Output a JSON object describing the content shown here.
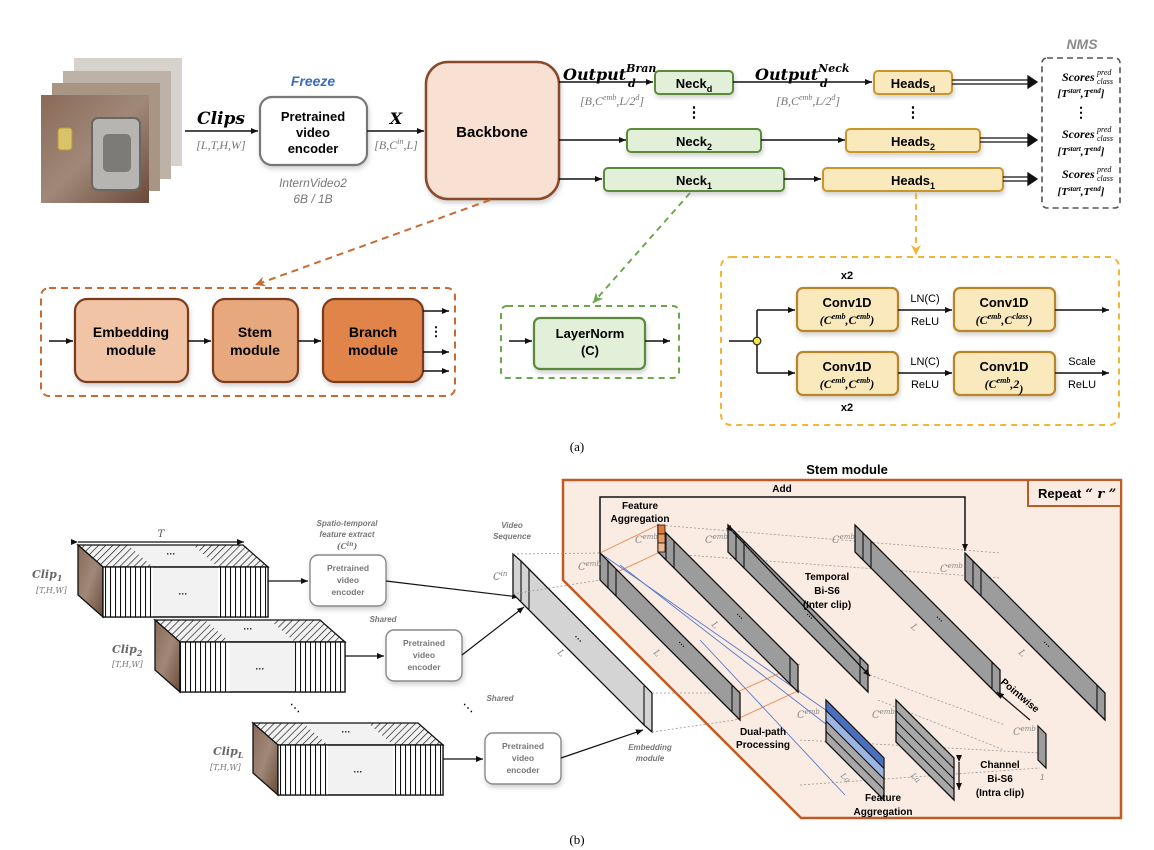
{
  "panel_a": {
    "caption": "(a)",
    "clips_label": "Clips",
    "clips_shape": "[L,T,H,W]",
    "freeze_label": "Freeze",
    "encoder": {
      "line1": "Pretrained",
      "line2": "video",
      "line3": "encoder"
    },
    "encoder_model_line1": "InternVideo2",
    "encoder_model_line2": "6B / 1B",
    "x_label": "X",
    "x_shape": "[B,C",
    "x_shape_sup": "in",
    "x_shape_end": ",L]",
    "backbone_label": "Backbone",
    "output_bran": {
      "base": "Output",
      "sub": "d",
      "sup": "Bran"
    },
    "output_bran_shape": {
      "a": "[B,C",
      "sup": "emb",
      "b": ",L/2",
      "sup2": "d",
      "c": "]"
    },
    "output_neck": {
      "base": "Output",
      "sub": "d",
      "sup": "Neck"
    },
    "output_neck_shape": {
      "a": "[B,C",
      "sup": "emb",
      "b": ",L/2",
      "sup2": "d",
      "c": "]"
    },
    "necks": [
      {
        "base": "Neck",
        "sub": "d"
      },
      {
        "base": "Neck",
        "sub": "2"
      },
      {
        "base": "Neck",
        "sub": "1"
      }
    ],
    "heads": [
      {
        "base": "Heads",
        "sub": "d"
      },
      {
        "base": "Heads",
        "sub": "2"
      },
      {
        "base": "Heads",
        "sub": "1"
      }
    ],
    "vdots": "⋮",
    "nms_label": "NMS",
    "scores": [
      {
        "base": "Scores",
        "sup": "pred",
        "sub": "class",
        "range": "[T",
        "start": "start",
        "mid": ",T",
        "end": "end",
        "close": "]"
      },
      {
        "base": "Scores",
        "sup": "pred",
        "sub": "class",
        "range": "[T",
        "start": "start",
        "mid": ",T",
        "end": "end",
        "close": "]"
      },
      {
        "base": "Scores",
        "sup": "pred",
        "sub": "class",
        "range": "[T",
        "start": "start",
        "mid": ",T",
        "end": "end",
        "close": "]"
      }
    ],
    "backbone_detail": {
      "embedding": {
        "line1": "Embedding",
        "line2": "module"
      },
      "stem": {
        "line1": "Stem",
        "line2": "module"
      },
      "branch": {
        "line1": "Branch",
        "line2": "module"
      }
    },
    "neck_detail": {
      "line1": "LayerNorm",
      "line2": "(C)"
    },
    "head_detail": {
      "x2_top": "x2",
      "x2_bottom": "x2",
      "conv_label": "Conv1D",
      "conv_top_left": {
        "a": "(C",
        "s1": "emb",
        "b": ",C",
        "s2": "emb",
        "c": ")"
      },
      "conv_top_right": {
        "a": "(C",
        "s1": "emb",
        "b": ",C",
        "s2": "class",
        "c": ")"
      },
      "conv_bot_left": {
        "a": "(C",
        "s1": "emb",
        "b": ",C",
        "s2": "emb",
        "c": ")"
      },
      "conv_bot_right": {
        "a": "(C",
        "s1": "emb",
        "b": ",2",
        "c": ")"
      },
      "ln": "LN(C)",
      "relu": "ReLU",
      "scale": "Scale"
    }
  },
  "panel_b": {
    "caption": "(b)",
    "t_label": "T",
    "clips": [
      {
        "base": "Clip",
        "sub": "1",
        "shape": "[T,H,W]"
      },
      {
        "base": "Clip",
        "sub": "2",
        "shape": "[T,H,W]"
      },
      {
        "base": "Clip",
        "sub": "L",
        "shape": "[T,H,W]"
      }
    ],
    "ellipsis": "···",
    "spatio_line1": "Spatio-temporal",
    "spatio_line2": "feature extract",
    "spatio_line3": "(C",
    "spatio_line3_sup": "in",
    "spatio_line3_end": ")",
    "shared_label": "Shared",
    "encoder": {
      "line1": "Pretrained",
      "line2": "video",
      "line3": "encoder"
    },
    "video_seq_line1": "Video",
    "video_seq_line2": "Sequence",
    "cin": {
      "base": "C",
      "sup": "in"
    },
    "l_label": "L",
    "embedding_line1": "Embedding",
    "embedding_line2": "module",
    "stem_title": "Stem module",
    "repeat_label": "Repeat",
    "repeat_var": "“ r ”",
    "add_label": "Add",
    "feature_agg_line1": "Feature",
    "feature_agg_line2": "Aggregation",
    "cemb": {
      "base": "C",
      "sup": "emb"
    },
    "la": {
      "base": "L",
      "sup": "a"
    },
    "temporal_line1": "Temporal",
    "temporal_line2": "Bi-S6",
    "temporal_line3": "(Inter clip)",
    "dualpath_line1": "Dual-path",
    "dualpath_line2": "Processing",
    "channel_line1": "Channel",
    "channel_line2": "Bi-S6",
    "channel_line3": "(Intra clip)",
    "pointwise_label": "Pointwise",
    "one_label": "1"
  },
  "colors": {
    "backbone_fill": "#f8e0d2",
    "backbone_stroke": "#8a4a2a",
    "neck_fill": "#e2efd9",
    "neck_stroke": "#5b8a3a",
    "heads_fill": "#fbe9be",
    "heads_stroke": "#c8962a",
    "embedding_fill": "#f2c4a6",
    "stem_fill": "#e8a87e",
    "branch_fill": "#e08448",
    "freeze_text": "#3a6bc0",
    "stem_bg": "#fbece3",
    "stem_border": "#c05a24",
    "bar_gray": "#9c9c9c",
    "seq_gray": "#d4d4d4",
    "gray_text": "#7a7a7a"
  }
}
